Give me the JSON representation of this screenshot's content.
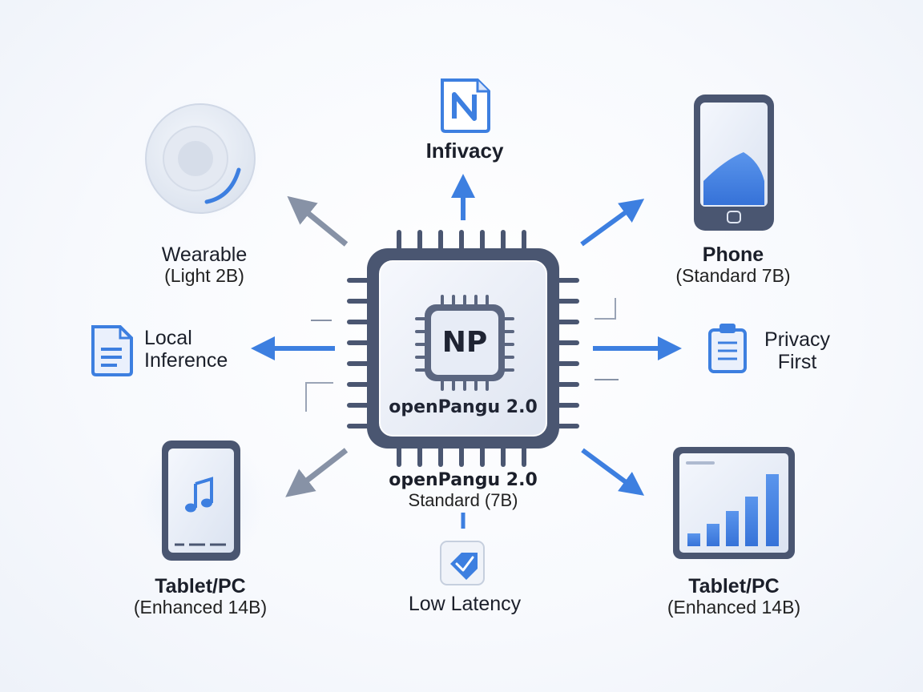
{
  "chip": {
    "badge": "NP",
    "label": "openPangu 2.0",
    "caption_title": "openPangu 2.0",
    "caption_subtitle": "Standard (7B)"
  },
  "nodes": {
    "top": {
      "label": "Infivacy"
    },
    "wearable": {
      "title": "Wearable",
      "subtitle": "(Light 2B)"
    },
    "phone": {
      "title": "Phone",
      "subtitle": "(Standard 7B)"
    },
    "local_inference": {
      "line1": "Local",
      "line2": "Inference"
    },
    "privacy_first": {
      "line1": "Privacy",
      "line2": "First"
    },
    "tablet_left": {
      "title": "Tablet/PC",
      "subtitle": "(Enhanced 14B)"
    },
    "tablet_right": {
      "title": "Tablet/PC",
      "subtitle": "(Enhanced 14B)"
    },
    "low_latency": {
      "label": "Low Latency"
    }
  },
  "icons": {
    "top": "document-n-icon",
    "wearable": "wearable-disc-icon",
    "phone": "phone-icon",
    "local_inference": "document-icon",
    "privacy_first": "clipboard-icon",
    "tablet_left": "tablet-music-icon",
    "tablet_right": "bar-chart-icon",
    "low_latency": "tag-icon"
  },
  "colors": {
    "accent_blue": "#3d7fe0",
    "gray_arrow": "#8792a6",
    "chip_border": "#4a5671",
    "chip_face": "#eef1f8"
  }
}
